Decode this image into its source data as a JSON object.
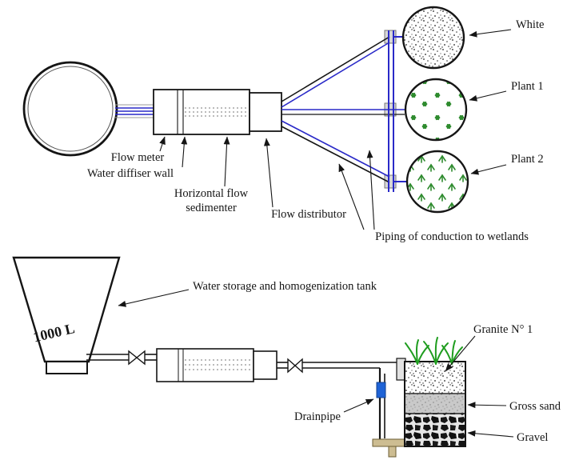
{
  "top": {
    "flow_meter": "Flow meter",
    "diffuser_wall": "Water diffiser wall",
    "sedimenter_line1": "Horizontal flow",
    "sedimenter_line2": "sedimenter",
    "flow_distributor": "Flow distributor",
    "piping": "Piping of conduction to wetlands",
    "cell_white": "White",
    "cell_plant1": "Plant 1",
    "cell_plant2": "Plant 2"
  },
  "bottom": {
    "tank_volume": "1000 L",
    "storage_tank_label": "Water storage and homogenization tank",
    "drainpipe": "Drainpipe",
    "granite": "Granite N° 1",
    "gross_sand": "Gross sand",
    "gravel": "Gravel"
  },
  "colors": {
    "pipe_blue": "#2a2ac8",
    "plant_green": "#2e8b2e",
    "drain_blue": "#1f63d6",
    "pipe_tan": "#cdbd92",
    "line_black": "#151515"
  }
}
